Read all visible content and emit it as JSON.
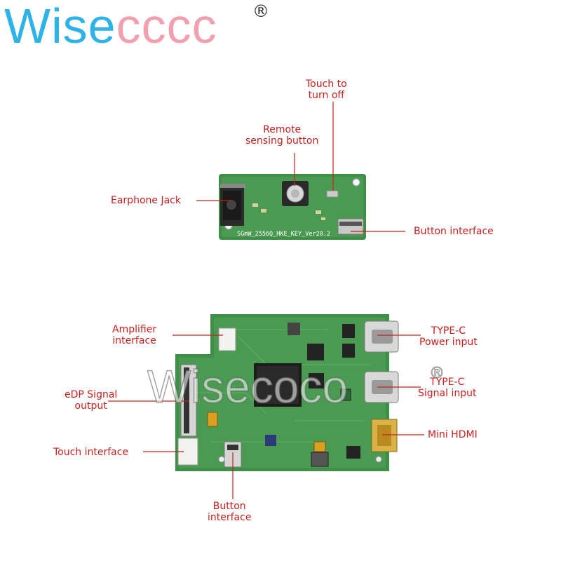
{
  "brand": {
    "part1": "Wise",
    "part2": "cccc",
    "registered": "®"
  },
  "watermark": {
    "text": "Wisecoco",
    "registered": "®"
  },
  "top_board": {
    "silkscreen": "SGmW_2556Q_HKE_KEY_Ver20.2",
    "labels": {
      "touch_off": [
        "Touch to",
        "turn off"
      ],
      "remote_sensing": [
        "Remote",
        "sensing button"
      ],
      "earphone": "Earphone Jack",
      "button_interface": "Button interface"
    }
  },
  "bottom_board": {
    "labels": {
      "amplifier": [
        "Amplifier",
        "interface"
      ],
      "edp": [
        "eDP Signal",
        "output"
      ],
      "touch": "Touch interface",
      "typec_power": [
        "TYPE-C",
        "Power input"
      ],
      "typec_signal": [
        "TYPE-C",
        "Signal input"
      ],
      "mini_hdmi": "Mini HDMI",
      "button": [
        "Button",
        "interface"
      ]
    }
  },
  "colors": {
    "pcb": "#3f8f48",
    "pcb_light": "#57a85c",
    "label": "#c8201e",
    "brand_blue": "#2fb3e6",
    "brand_pink": "#f29fb0"
  }
}
